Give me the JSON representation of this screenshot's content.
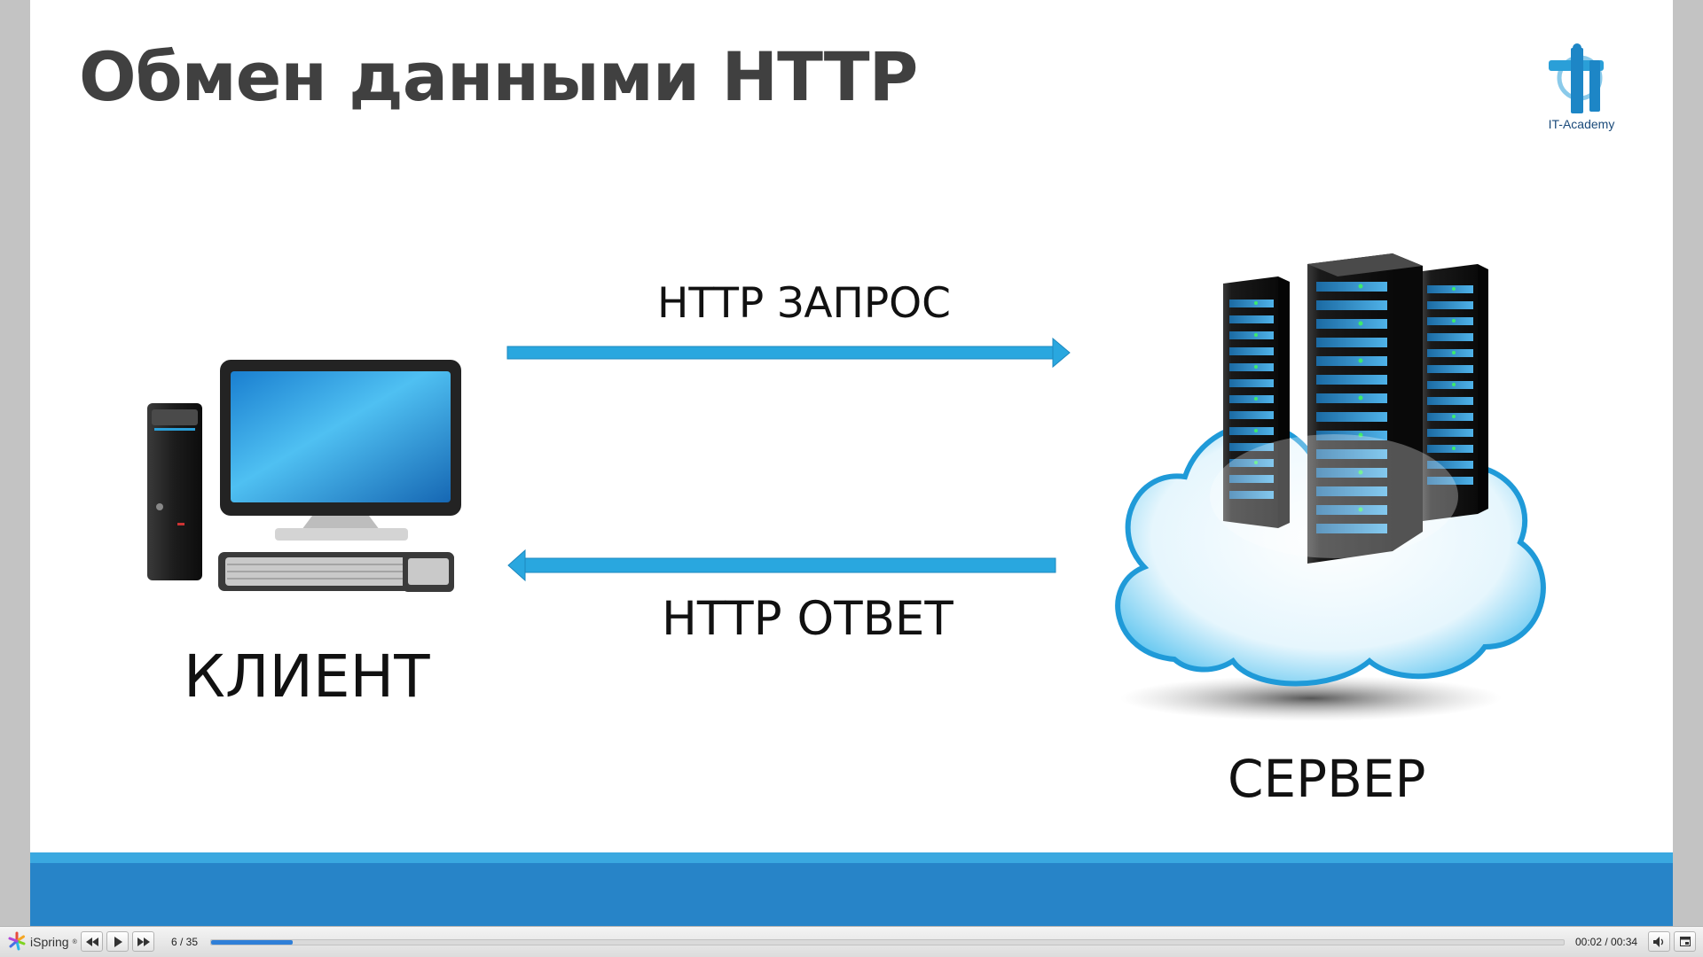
{
  "slide": {
    "title": "Обмен данными HTTP",
    "logo_text": "IT-Academy",
    "request_label": "HTTP ЗАПРОС",
    "response_label": "HTTP ОТВЕТ",
    "client_label": "КЛИЕНТ",
    "server_label": "СЕРВЕР",
    "colors": {
      "arrow": "#29a7df",
      "band": "#2784c8",
      "band_light": "#3aa8e0",
      "title": "#404040"
    }
  },
  "player": {
    "brand": "iSpring",
    "brand_mark": "®",
    "slide_counter": "6 / 35",
    "time": "00:02 / 00:34",
    "progress_fraction": 0.06,
    "buttons": {
      "prev": "rewind-icon",
      "play": "play-icon",
      "next": "fast-forward-icon",
      "volume": "volume-icon",
      "window": "window-mode-icon"
    }
  }
}
